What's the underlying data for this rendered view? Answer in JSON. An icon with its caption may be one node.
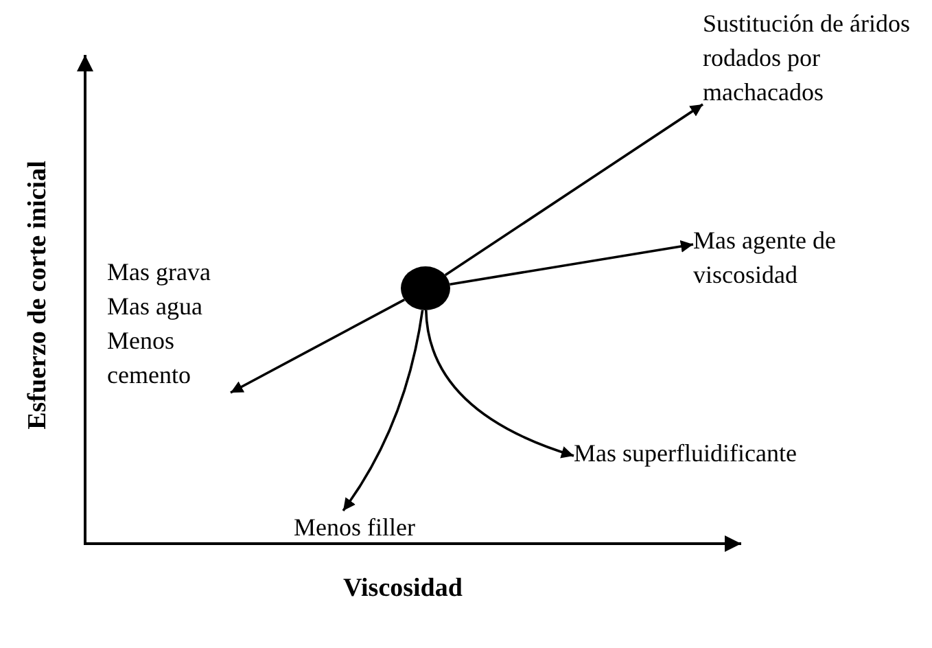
{
  "diagram": {
    "nodes": [
      {
        "text": [],
        "shape": "circle"
      },
      {
        "text": [
          "Sustitución de áridos rodados por machacados"
        ]
      },
      {
        "text": [
          "Mas agente de viscosidad"
        ]
      },
      {
        "text": [
          "Mas grava Mas agua Menos cemento"
        ]
      },
      {
        "text": [
          "Menos filler"
        ]
      },
      {
        "text": [
          "Mas superfluidificante"
        ]
      }
    ],
    "edges": [
      {
        "from": 0,
        "to": 1,
        "arrow": "to"
      },
      {
        "from": 0,
        "to": 2,
        "arrow": "to"
      },
      {
        "from": 0,
        "to": 3,
        "arrow": "to"
      },
      {
        "from": 0,
        "to": 4,
        "arrow": "to"
      },
      {
        "from": 0,
        "to": 5,
        "arrow": "to"
      }
    ],
    "labels": [
      "Esfuerzo de corte inicial",
      "Viscosidad"
    ]
  }
}
